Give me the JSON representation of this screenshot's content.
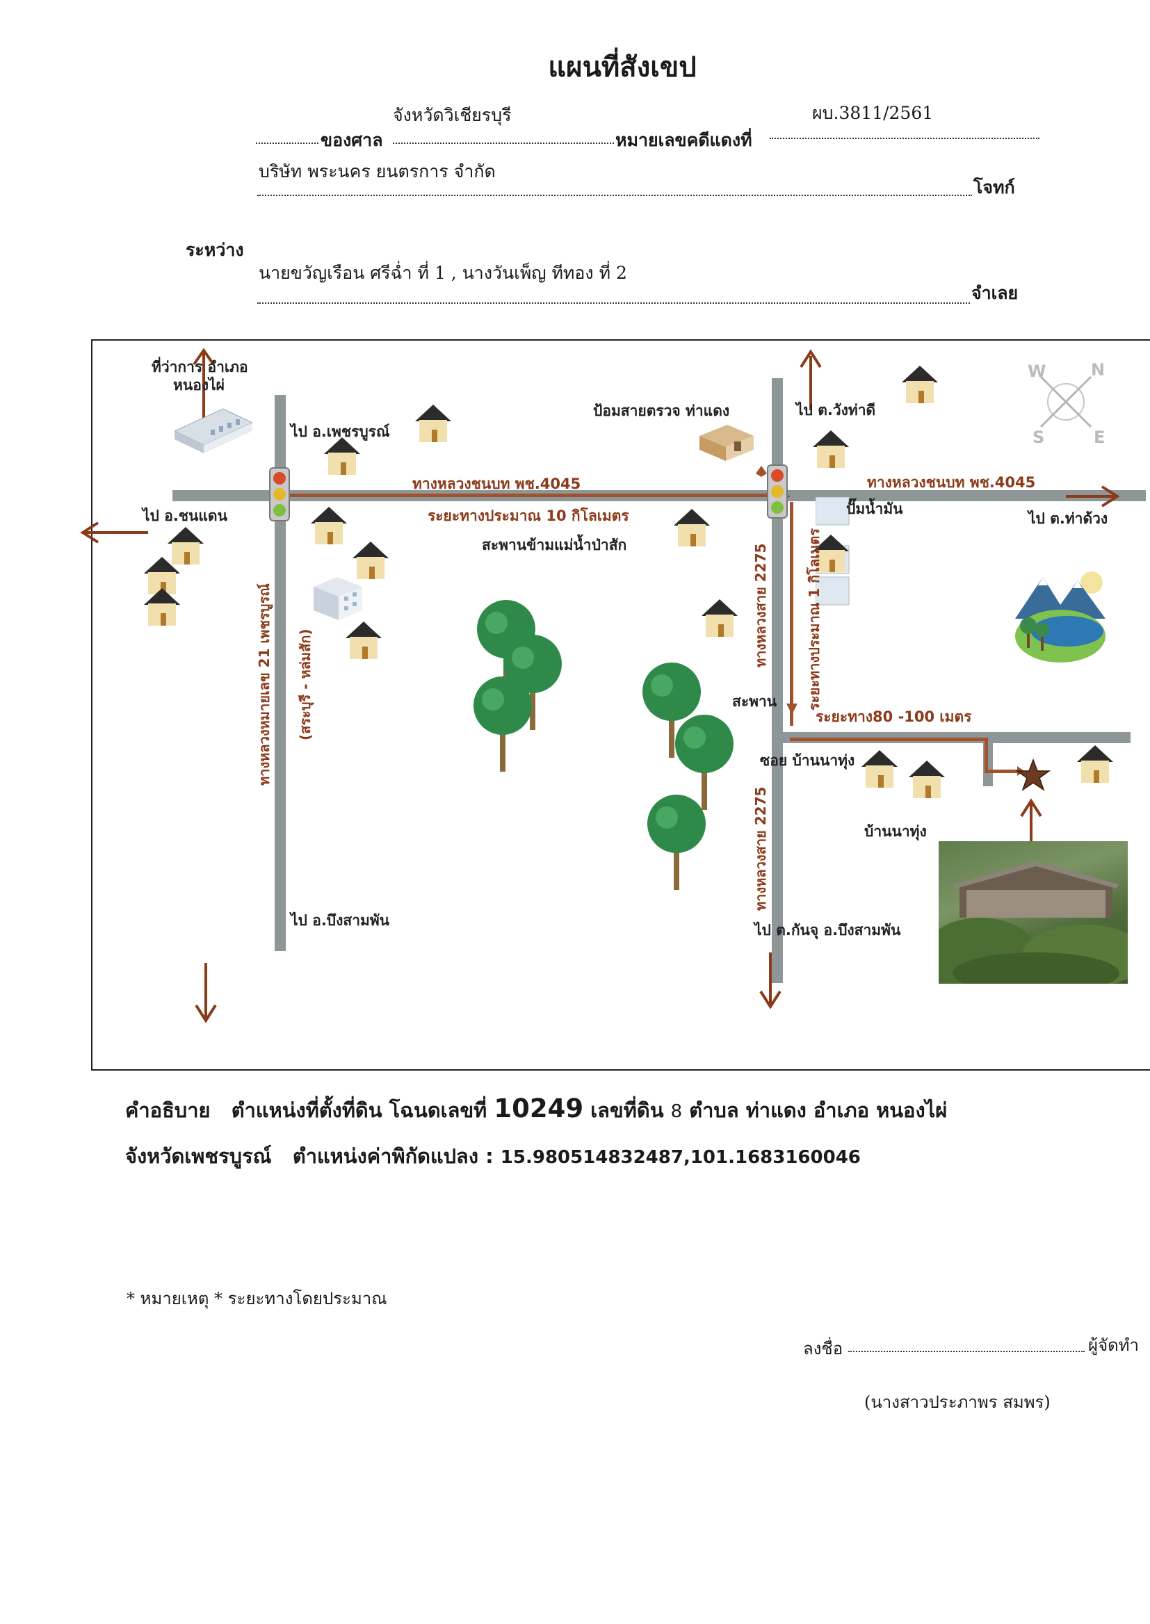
{
  "document": {
    "title": "แผนที่สังเขป",
    "header": {
      "court_label": "ของศาล",
      "court_value": "จังหวัดวิเชียรบุรี",
      "case_no_label": "หมายเลขคดีแดงที่",
      "case_no_value": "ผบ.3811/2561",
      "plaintiff_name": "บริษัท พระนคร ยนตรการ จำกัด",
      "plaintiff_label": "โจทก์",
      "between_label": "ระหว่าง",
      "defendant_name": "นายขวัญเรือน ศรีฉ่ำ ที่ 1 , นางวันเพ็ญ ทีทอง ที่ 2",
      "defendant_label": "จำเลย"
    },
    "map": {
      "labels": {
        "district_office": "ที่ว่าการ อำเภอ",
        "district_office_name": "หนองไผ่",
        "to_phetchabun": "ไป อ.เพชรบูรณ์",
        "to_chon_daen": "ไป อ.ชนแดน",
        "to_bueng_sam_phan_left": "ไป อ.บึงสามพัน",
        "rural_road_1": "ทางหลวงชนบท พช.4045",
        "distance_10km": "ระยะทางประมาณ 10 กิโลเมตร",
        "bridge_pa_sak": "สะพานข้ามแม่น้ำป่าสัก",
        "police_box": "ป้อมสายตรวจ ท่าแดง",
        "to_wang_tha_di": "ไป ต.วังท่าดี",
        "rural_road_2": "ทางหลวงชนบท พช.4045",
        "gas_station": "ปั๊มน้ำมัน",
        "to_tha_duang": "ไป ต.ท่าด้วง",
        "highway_21": "ทางหลวงหมายเลข 21 เพชรบูรณ์",
        "highway_21_sub": "(สระบุรี - หล่มสัก)",
        "highway_2275_top": "ทางหลวงสาย 2275",
        "distance_1km": "ระยะทางประมาณ 1 กิโลเมตร",
        "bridge": "สะพาน",
        "distance_80_100m": "ระยะทาง80 -100 เมตร",
        "soi_ban_na": "ซอย บ้านนาทุ่ง",
        "ban_na_thung": "บ้านนาทุ่ง",
        "highway_2275_bottom": "ทางหลวงสาย 2275",
        "to_kan_chu": "ไป ต.กันจุ อ.บึงสามพัน",
        "compass_w": "W",
        "compass_n": "N",
        "compass_s": "S",
        "compass_e": "E"
      }
    },
    "description": {
      "label": "คำอธิบาย",
      "line1_a": "ตำแหน่งที่ตั้งที่ดิน โฉนดเลขที่",
      "deed_no": "10249",
      "line1_b": "เลขที่ดิน",
      "land_no": "8",
      "line1_c": "ตำบล ท่าแดง อำเภอ หนองไผ่",
      "line2_a": "จังหวัดเพชรบูรณ์",
      "line2_b": "ตำแหน่งค่าพิกัดแปลง :",
      "coordinates": "15.980514832487,101.1683160046"
    },
    "note": "* หมายเหตุ * ระยะทางโดยประมาณ",
    "signature": {
      "sign_label": "ลงชื่อ",
      "role": "ผู้จัดทำ",
      "name": "(นางสาวประภาพร สมพร)"
    },
    "colors": {
      "road": "#8f9698",
      "route": "#a0522d",
      "route_label": "#8b3a1a"
    }
  }
}
